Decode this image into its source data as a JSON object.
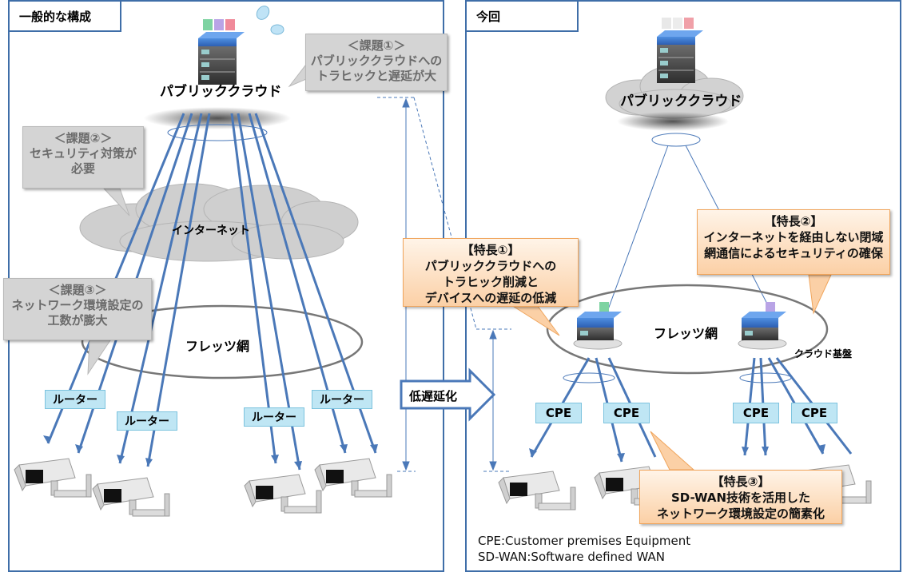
{
  "left_panel": {
    "title": "一般的な構成",
    "cloud_label": "パブリッククラウド",
    "internet_label": "インターネット",
    "flets_label": "フレッツ網",
    "issue1": {
      "line1": "＜課題①＞",
      "line2": "パブリッククラウドへの",
      "line3": "トラヒックと遅延が大"
    },
    "issue2": {
      "line1": "＜課題②＞",
      "line2": "セキュリティ対策が",
      "line3": "必要"
    },
    "issue3": {
      "line1": "＜課題③＞",
      "line2": "ネットワーク環境設定の",
      "line3": "工数が膨大"
    },
    "routers": [
      "ルーター",
      "ルーター",
      "ルーター",
      "ルーター"
    ]
  },
  "center": {
    "arrow_label": "低遅延化"
  },
  "right_panel": {
    "title": "今回",
    "cloud_label": "パブリッククラウド",
    "flets_label": "フレッツ網",
    "cloud_base_label": "クラウド基盤",
    "feature1": {
      "line1": "【特長①】",
      "line2": "パブリッククラウドへの",
      "line3": "トラヒック削減と",
      "line4": "デバイスへの遅延の低減"
    },
    "feature2": {
      "line1": "【特長②】",
      "line2": "インターネットを経由しない閉域",
      "line3": "網通信によるセキュリティの確保"
    },
    "feature3": {
      "line1": "【特長③】",
      "line2": "SD-WAN技術を活用した",
      "line3": "ネットワーク環境設定の簡素化"
    },
    "cpes": [
      "CPE",
      "CPE",
      "CPE",
      "CPE"
    ],
    "legend": {
      "line1": "CPE:Customer premises Equipment",
      "line2": "SD-WAN:Software defined WAN"
    }
  },
  "colors": {
    "panel_border": "#3f6ea8",
    "link_line": "#4a78b8",
    "router_box": "#bfe6f4",
    "feature_orange": "#fbd0a6",
    "issue_gray": "#d4d4d4"
  },
  "icons": [
    "server-icon",
    "cloud-shape",
    "camera-icon",
    "drop-icon",
    "block-arrow-icon"
  ]
}
